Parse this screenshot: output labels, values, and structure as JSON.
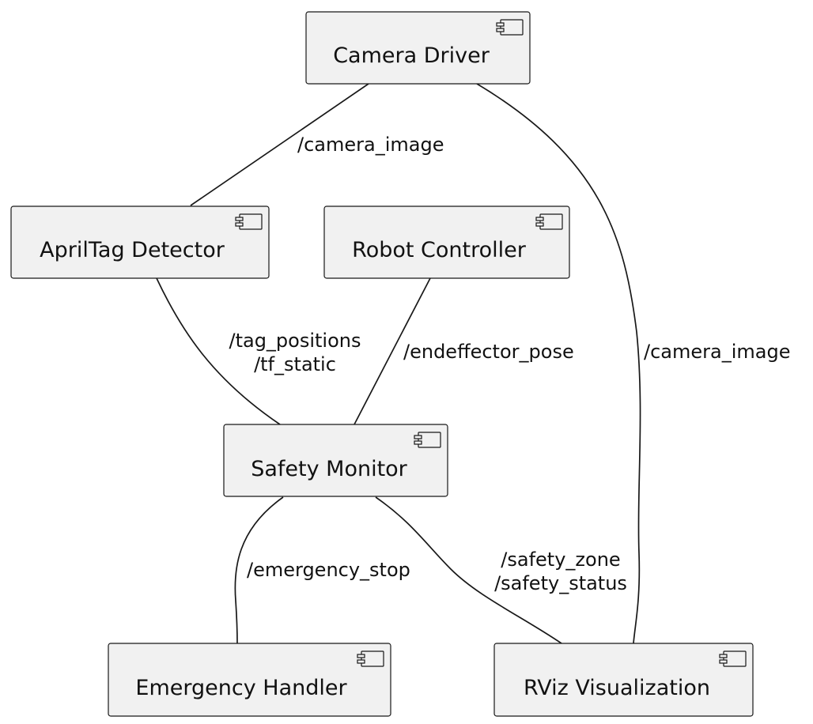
{
  "diagram": {
    "nodes": {
      "camera_driver": {
        "label": "Camera Driver"
      },
      "apriltag_detector": {
        "label": "AprilTag Detector"
      },
      "robot_controller": {
        "label": "Robot Controller"
      },
      "safety_monitor": {
        "label": "Safety Monitor"
      },
      "emergency_handler": {
        "label": "Emergency Handler"
      },
      "rviz_visualization": {
        "label": "RViz Visualization"
      }
    },
    "edges": {
      "camera_to_apriltag": {
        "from": "Camera Driver",
        "to": "AprilTag Detector",
        "label": "/camera_image"
      },
      "camera_to_rviz": {
        "from": "Camera Driver",
        "to": "RViz Visualization",
        "label": "/camera_image"
      },
      "apriltag_to_safety": {
        "from": "AprilTag Detector",
        "to": "Safety Monitor",
        "label_line1": "/tag_positions",
        "label_line2": "/tf_static"
      },
      "robot_to_safety": {
        "from": "Robot Controller",
        "to": "Safety Monitor",
        "label": "/endeffector_pose"
      },
      "safety_to_emergency": {
        "from": "Safety Monitor",
        "to": "Emergency Handler",
        "label": "/emergency_stop"
      },
      "safety_to_rviz": {
        "from": "Safety Monitor",
        "to": "RViz Visualization",
        "label_line1": "/safety_zone",
        "label_line2": "/safety_status"
      }
    }
  }
}
